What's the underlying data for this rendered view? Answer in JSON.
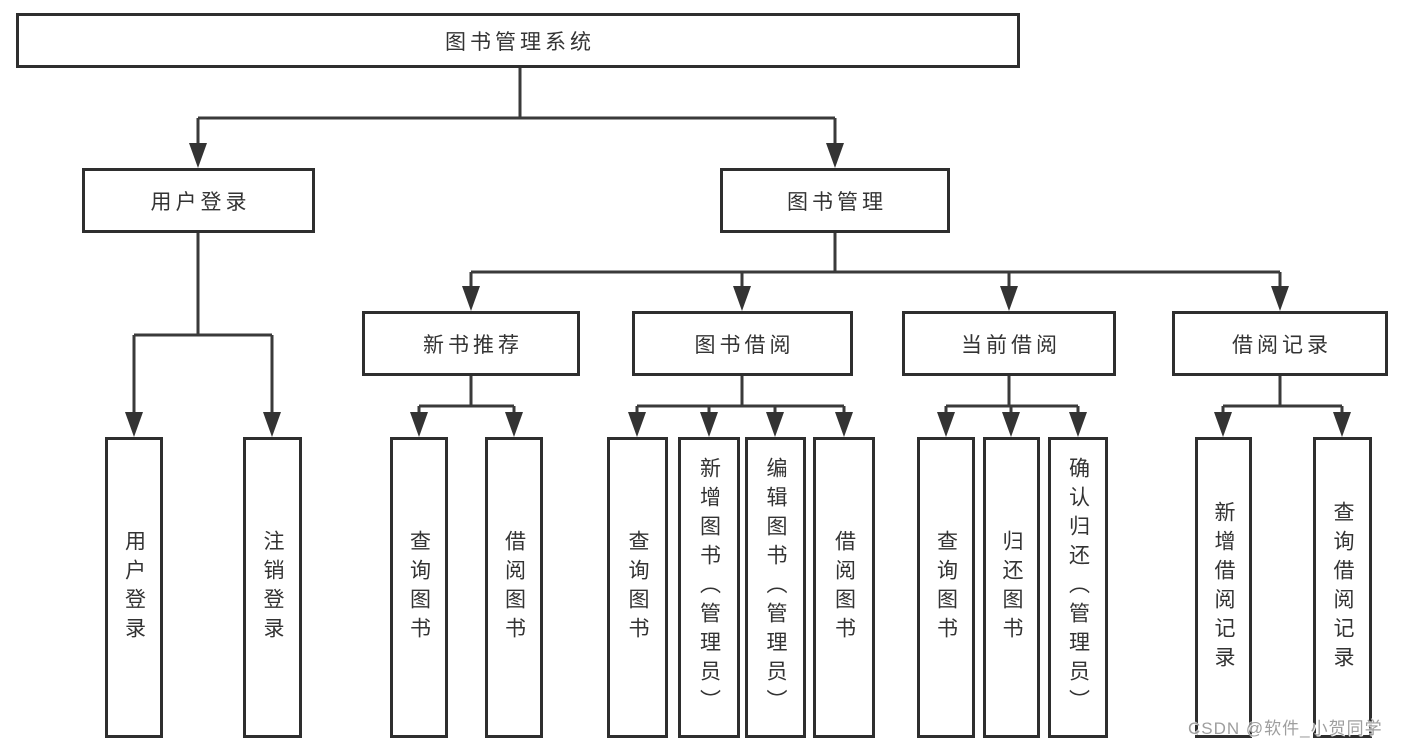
{
  "diagram": {
    "title": "图书管理系统",
    "level2": [
      {
        "label": "用户登录",
        "children": [
          {
            "label": "用户登录"
          },
          {
            "label": "注销登录"
          }
        ]
      },
      {
        "label": "图书管理",
        "children": [
          {
            "label": "新书推荐",
            "children": [
              {
                "label": "查询图书"
              },
              {
                "label": "借阅图书"
              }
            ]
          },
          {
            "label": "图书借阅",
            "children": [
              {
                "label": "查询图书"
              },
              {
                "label": "新增图书（管理员）"
              },
              {
                "label": "编辑图书（管理员）"
              },
              {
                "label": "借阅图书"
              }
            ]
          },
          {
            "label": "当前借阅",
            "children": [
              {
                "label": "查询图书"
              },
              {
                "label": "归还图书"
              },
              {
                "label": "确认归还（管理员）"
              }
            ]
          },
          {
            "label": "借阅记录",
            "children": [
              {
                "label": "新增借阅记录"
              },
              {
                "label": "查询借阅记录"
              }
            ]
          }
        ]
      }
    ]
  },
  "watermark": {
    "text": "CSDN @软件_小贺同学"
  },
  "colors": {
    "background": "#ffffff",
    "box_border": "#2e2e2e",
    "connector": "#3a3a3a",
    "text": "#333333",
    "watermark": "#9e9e9e"
  }
}
